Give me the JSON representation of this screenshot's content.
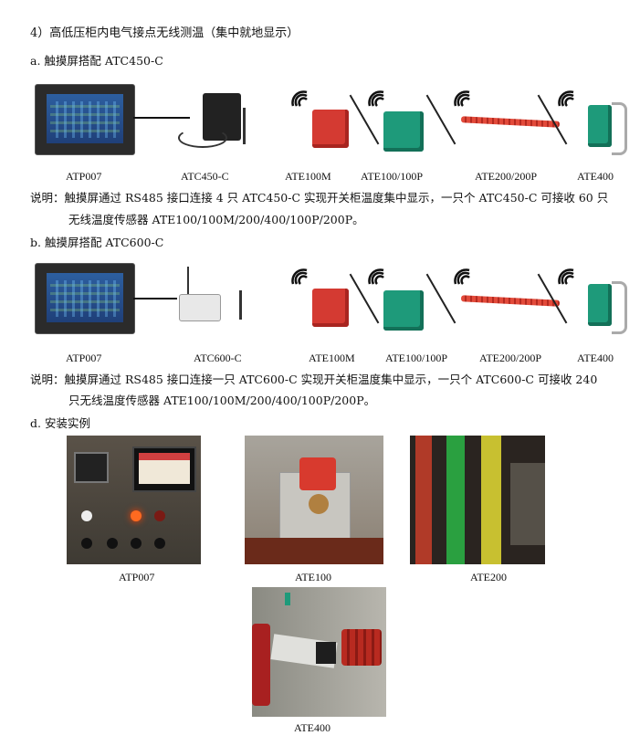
{
  "heading": "4）高低压柜内电气接点无线测温（集中就地显示）",
  "section_a": {
    "title": "a. 触摸屏搭配 ATC450-C",
    "captions": [
      "ATP007",
      "ATC450-C",
      "ATE100M",
      "ATE100/100P",
      "ATE200/200P",
      "ATE400"
    ],
    "note_line1": "说明：触摸屏通过 RS485 接口连接 4 只 ATC450-C 实现开关柜温度集中显示，一只个 ATC450-C 可接收 60 只",
    "note_line2": "无线温度传感器 ATE100/100M/200/400/100P/200P。"
  },
  "section_b": {
    "title": "b. 触摸屏搭配 ATC600-C",
    "captions": [
      "ATP007",
      "ATC600-C",
      "ATE100M",
      "ATE100/100P",
      "ATE200/200P",
      "ATE400"
    ],
    "note_line1": "说明：触摸屏通过 RS485 接口连接一只 ATC600-C 实现开关柜温度集中显示，一只个 ATC600-C 可接收 240",
    "note_line2": "只无线温度传感器 ATE100/100M/200/400/100P/200P。"
  },
  "section_d": {
    "title": "d. 安装实例",
    "captions": [
      "ATP007",
      "ATE100",
      "ATE200",
      "ATE400"
    ]
  }
}
